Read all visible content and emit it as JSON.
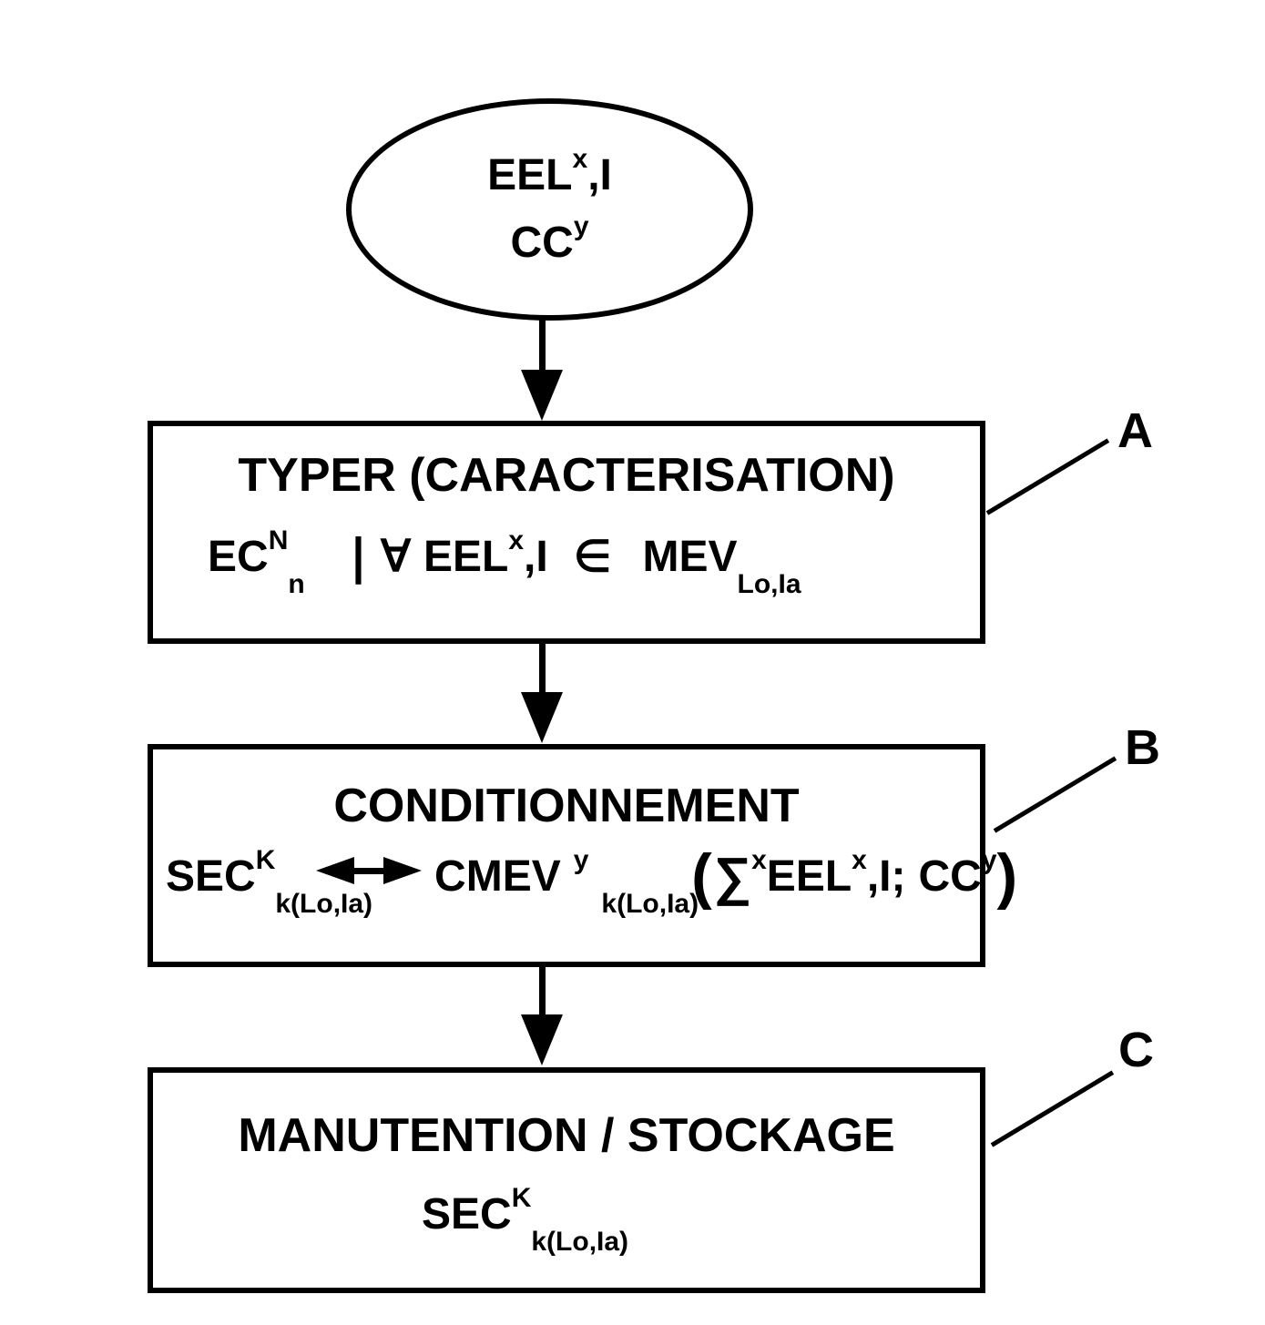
{
  "colors": {
    "ink": "#000000",
    "background": "#ffffff"
  },
  "icons": {
    "down_arrow": "down-arrow-icon (solid triangle arrowhead on vertical shaft)",
    "double_arrow": "double-arrow-icon (left-right solid arrowheads joined by bar)"
  },
  "ellipse": {
    "line1_main": "EEL",
    "line1_sup": "x",
    "line1_tail": ",I",
    "line2_main": "CC",
    "line2_sup": "y"
  },
  "box_a": {
    "label": "A",
    "title": "TYPER (CARACTERISATION)",
    "formula": {
      "ec": "EC",
      "ec_sup": "N",
      "ec_sub": "n",
      "bar": "|",
      "forall": "∀",
      "eel": "EEL",
      "eel_sup": "x",
      "eel_tail": ",I",
      "elem": "∈",
      "mev": "MEV",
      "mev_sub": "Lo,Ia"
    }
  },
  "box_b": {
    "label": "B",
    "title": "CONDITIONNEMENT",
    "formula": {
      "sec": "SEC",
      "sec_sup": "K",
      "sec_sub": "k(Lo,Ia)",
      "cmev": "CMEV",
      "cmev_sup": "y",
      "cmev_sub": "k(Lo,Ia)",
      "open_paren": "(",
      "sum": "∑",
      "sum_sup": "x",
      "eel": "EEL",
      "eel_sup": "x",
      "eel_tail": ",I;",
      "cc": "CC",
      "cc_sup": "y",
      "close_paren": ")"
    }
  },
  "box_c": {
    "label": "C",
    "title": "MANUTENTION / STOCKAGE",
    "formula": {
      "sec": "SEC",
      "sec_sup": "K",
      "sec_sub": "k(Lo,Ia)"
    }
  }
}
